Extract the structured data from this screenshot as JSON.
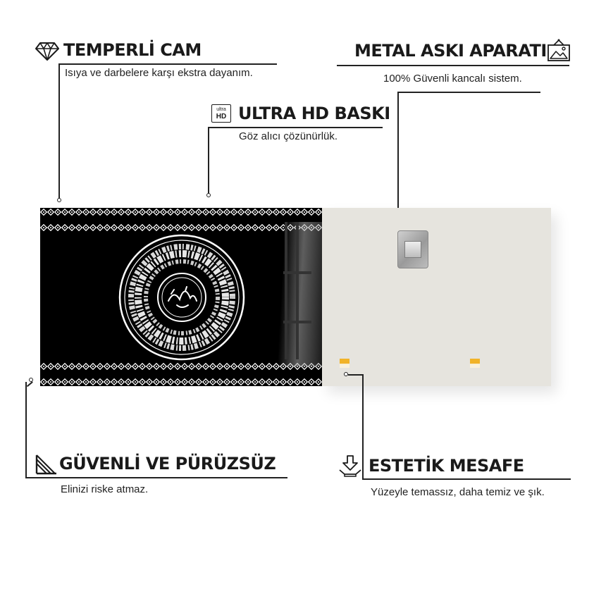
{
  "features": {
    "tempered_glass": {
      "title": "TEMPERLİ CAM",
      "desc": "Isıya ve darbelere karşı ekstra dayanım.",
      "icon": "diamond-icon"
    },
    "ultra_hd": {
      "title": "ULTRA HD BASKI",
      "desc": "Göz alıcı çözünürlük.",
      "icon": "ultra-hd-icon",
      "badge_top": "ultra",
      "badge_bottom": "HD"
    },
    "metal_hanger": {
      "title": "METAL ASKI APARATI",
      "desc": "100% Güvenli kancalı sistem.",
      "icon": "picture-hanger-icon"
    },
    "safe_smooth": {
      "title": "GÜVENLİ VE PÜRÜZSÜZ",
      "desc": "Elinizi riske atmaz.",
      "icon": "smooth-surface-icon"
    },
    "aesthetic_distance": {
      "title": "ESTETİK MESAFE",
      "desc": "Yüzeyle temassız, daha temiz ve şık.",
      "icon": "wall-distance-icon"
    }
  },
  "product": {
    "front_bg": "#000000",
    "pattern_color": "#ffffff",
    "back_color": "#e6e4de",
    "spacer_color": "#f1b328"
  }
}
